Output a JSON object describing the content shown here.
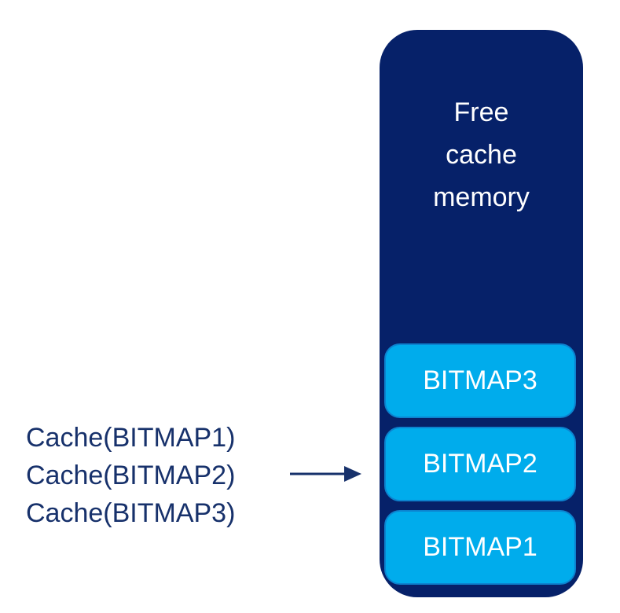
{
  "colors": {
    "container_bg": "#062169",
    "block_bg": "#00ACEC",
    "block_border": "#0C83CF",
    "label_text": "#17316B",
    "block_text": "#FFFFFF",
    "page_bg": "#FFFFFF"
  },
  "memory": {
    "title": "Free cache memory",
    "title_lines": [
      "Free",
      "cache",
      "memory"
    ],
    "blocks": [
      "BITMAP3",
      "BITMAP2",
      "BITMAP1"
    ]
  },
  "cache_calls": {
    "lines": [
      "Cache(BITMAP1)",
      "Cache(BITMAP2)",
      "Cache(BITMAP3)"
    ]
  },
  "arrow": {
    "direction": "right"
  }
}
